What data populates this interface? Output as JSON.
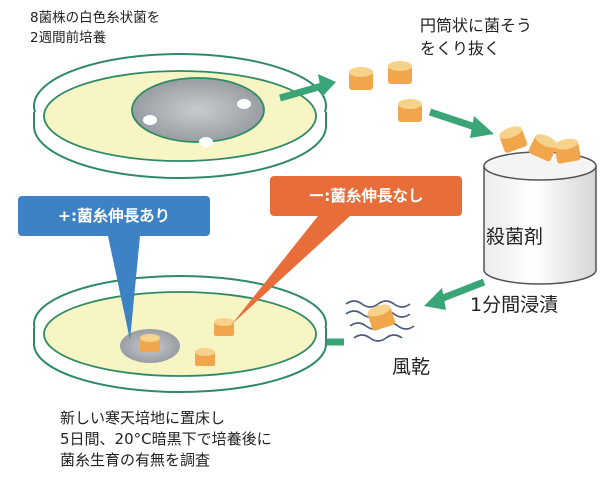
{
  "step1": {
    "line1": "8菌株の白色糸状菌を",
    "line2": "2週間前培養"
  },
  "step2": {
    "line1": "円筒状に菌そう",
    "line2": "をくり抜く"
  },
  "disinfectant_label": "殺菌剤",
  "soak_label": "1分間浸漬",
  "dry_label": "風乾",
  "positive_label": "+:菌糸伸長あり",
  "negative_label": "ー:菌糸伸長なし",
  "bottom": {
    "line1": "新しい寒天培地に置床し",
    "line2": "5日間、20°C暗黒下で培養後に",
    "line3": "菌糸生育の有無を調査"
  },
  "colors": {
    "agar": "#f7f5c4",
    "dish_rim": "#2f8a66",
    "arrow": "#3aa678",
    "plug": "#f1a64c",
    "positive": "#3d82c4",
    "negative": "#e76d3a",
    "colony": "#9a9ea4"
  }
}
